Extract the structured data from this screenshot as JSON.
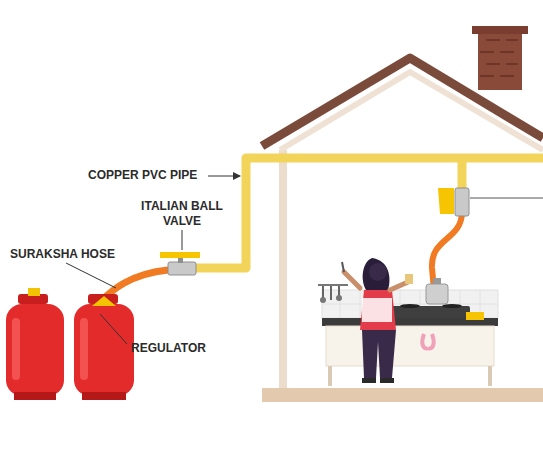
{
  "diagram": {
    "labels": [
      "COPPER PVC PIPE",
      "ITALIAN BALL VALVE",
      "SURAKSHA HOSE",
      "REGULATOR"
    ]
  }
}
